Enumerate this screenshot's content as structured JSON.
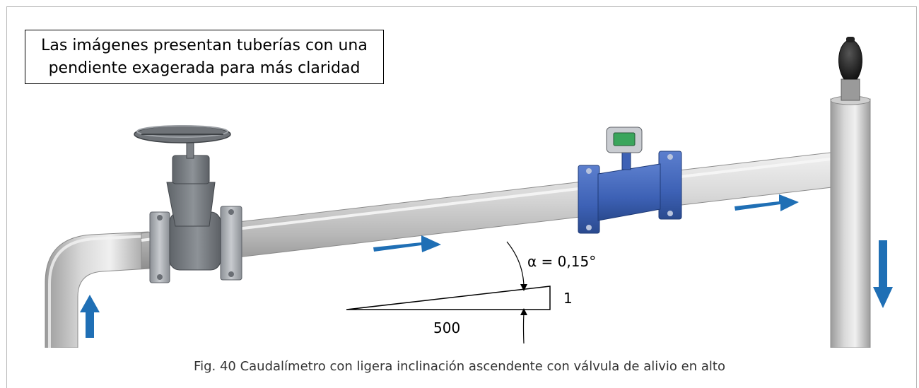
{
  "note": {
    "line1": "Las imágenes presentan tuberías con una",
    "line2": "pendiente exagerada para más claridad"
  },
  "slope": {
    "angle_label": "α = 0,15°",
    "rise_label": "1",
    "run_label": "500"
  },
  "caption": "Fig. 40 Caudalímetro con ligera inclinación ascendente con válvula de alivio en alto",
  "colors": {
    "flow_arrow": "#1f6fb5",
    "pipe": "#c7c7c7",
    "flange_steel": "#a9adb3",
    "meter_body": "#3d61b5",
    "valve_body": "#7f8489",
    "relief_valve_cap": "#2b2b2b"
  },
  "icons": {
    "flow_arrows": [
      "arrow-up-icon",
      "arrow-right-icon",
      "arrow-right-icon",
      "arrow-down-icon"
    ]
  }
}
